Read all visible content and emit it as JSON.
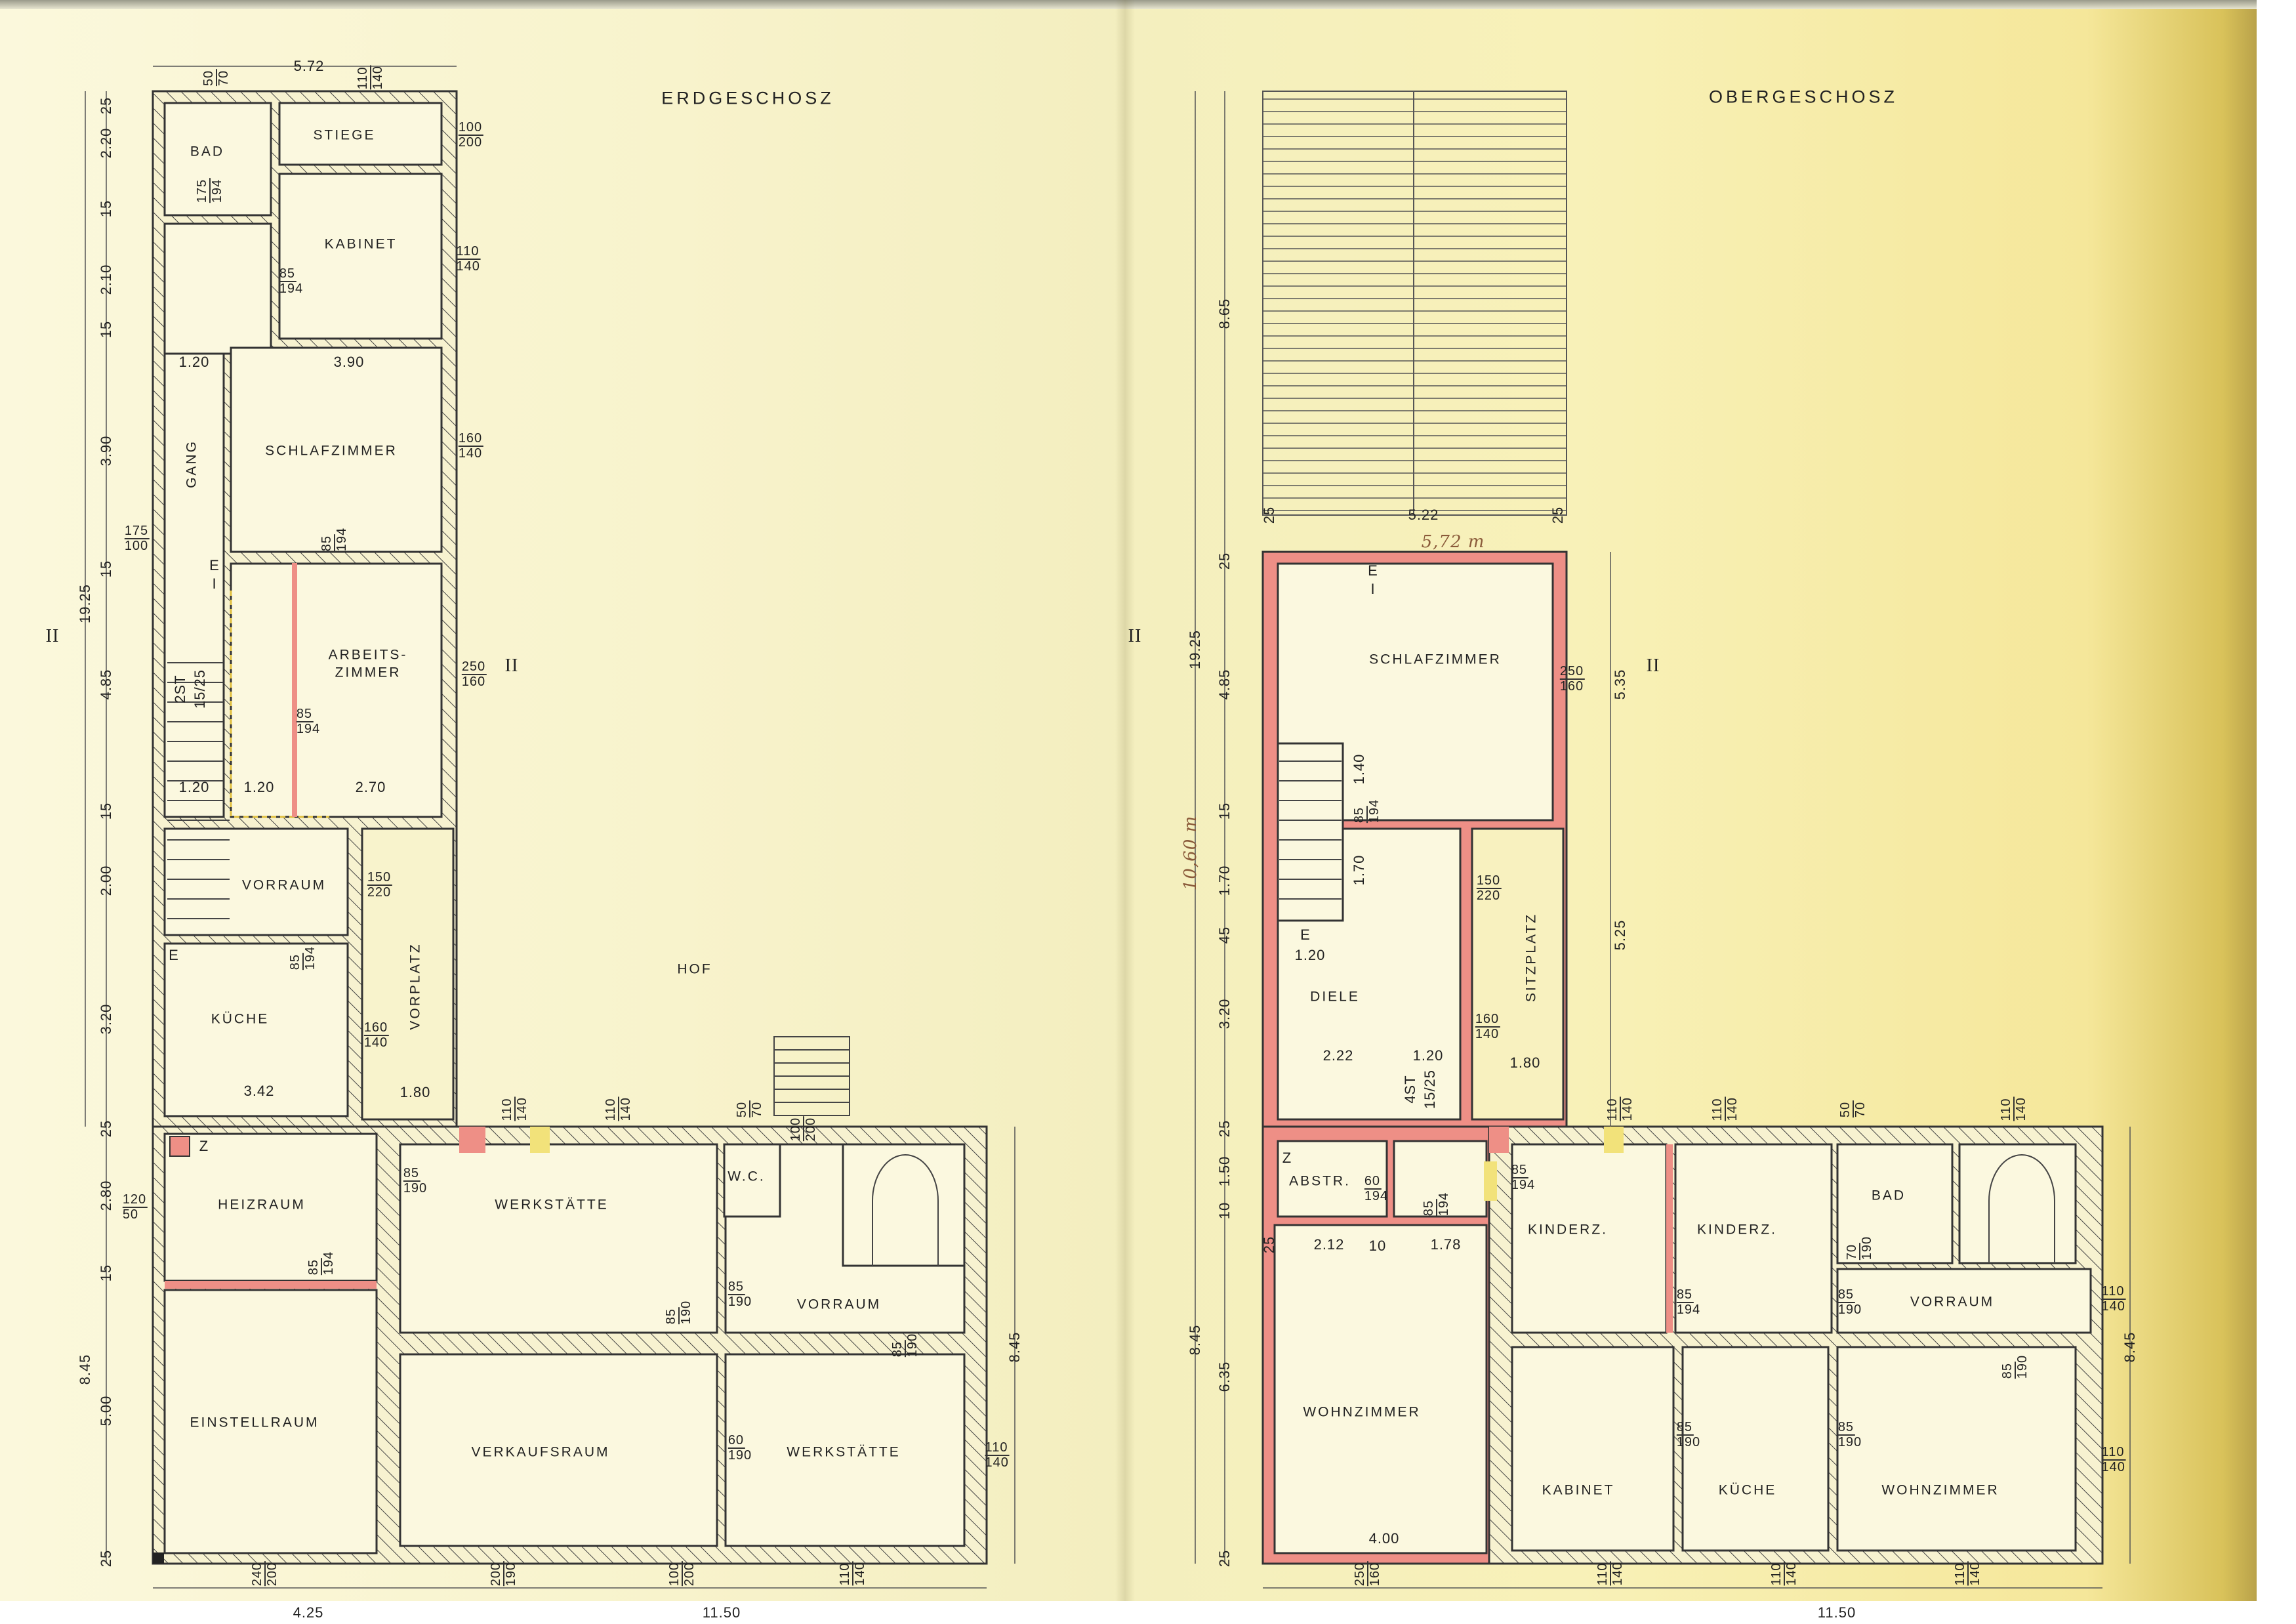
{
  "colors": {
    "paper_left": "#f8f3cc",
    "paper_right": "#f6eeb5",
    "new_wall": "#ee8f86",
    "wall_hatch": "#333333",
    "window_yellow": "#f2e27a"
  },
  "eg": {
    "title": "ERDGESCHOSZ",
    "rooms": [
      "BAD",
      "STIEGE",
      "KABINET",
      "GANG",
      "SCHLAFZIMMER",
      "ARBEITS-\nZIMMER",
      "VORRAUM",
      "VORPLATZ",
      "KÜCHE",
      "HOF",
      "HEIZRAUM",
      "WERKSTÄTTE",
      "W.C.",
      "VORRAUM",
      "EINSTELLRAUM",
      "VERKAUFSRAUM",
      "WERKSTÄTTE"
    ],
    "symbols": [
      "E",
      "I",
      "Z",
      "E"
    ],
    "dims": [
      "5.72",
      "1.20",
      "3.90",
      "1.20",
      "1.20",
      "2.70",
      "3.42",
      "1.80",
      "19.25",
      "2.20",
      "2.10",
      "3.90",
      "4.85",
      "2.00",
      "3.20",
      "2.80",
      "5.00",
      "8.45",
      "8.45",
      "4.25",
      "11.50",
      "25",
      "15",
      "15",
      "15",
      "15",
      "15",
      "25",
      "25",
      "2ST",
      "15/25",
      "II",
      "II"
    ],
    "fr": [
      {
        "a": "50",
        "b": "70"
      },
      {
        "a": "110",
        "b": "140"
      },
      {
        "a": "100",
        "b": "200"
      },
      {
        "a": "110",
        "b": "140"
      },
      {
        "a": "175",
        "b": "194"
      },
      {
        "a": "85",
        "b": "194"
      },
      {
        "a": "160",
        "b": "140"
      },
      {
        "a": "85",
        "b": "194"
      },
      {
        "a": "175",
        "b": "100"
      },
      {
        "a": "250",
        "b": "160"
      },
      {
        "a": "85",
        "b": "194"
      },
      {
        "a": "150",
        "b": "220"
      },
      {
        "a": "85",
        "b": "194"
      },
      {
        "a": "160",
        "b": "140"
      },
      {
        "a": "110",
        "b": "140"
      },
      {
        "a": "110",
        "b": "140"
      },
      {
        "a": "50",
        "b": "70"
      },
      {
        "a": "100",
        "b": "200"
      },
      {
        "a": "85",
        "b": "190"
      },
      {
        "a": "120",
        "b": "50"
      },
      {
        "a": "85",
        "b": "194"
      },
      {
        "a": "85",
        "b": "190"
      },
      {
        "a": "85",
        "b": "190"
      },
      {
        "a": "85",
        "b": "190"
      },
      {
        "a": "60",
        "b": "190"
      },
      {
        "a": "110",
        "b": "140"
      },
      {
        "a": "240",
        "b": "200"
      },
      {
        "a": "200",
        "b": "190"
      },
      {
        "a": "100",
        "b": "200"
      },
      {
        "a": "110",
        "b": "140"
      }
    ]
  },
  "og": {
    "title": "OBERGESCHOSZ",
    "rooms": [
      "SCHLAFZIMMER",
      "DIELE",
      "SITZPLATZ",
      "ABSTR.",
      "KINDERZ.",
      "KINDERZ.",
      "BAD",
      "VORRAUM",
      "WOHNZIMMER",
      "KABINET",
      "KÜCHE",
      "WOHNZIMMER"
    ],
    "symbols": [
      "E",
      "I",
      "E",
      "Z"
    ],
    "dims": [
      "5.22",
      "19.25",
      "8.65",
      "4.85",
      "1.70",
      "3.20",
      "1.50",
      "6.35",
      "8.45",
      "5.35",
      "5.25",
      "1.20",
      "2.22",
      "1.20",
      "1.80",
      "2.12",
      "10",
      "1.78",
      "4.00",
      "8.45",
      "1.40",
      "1.70",
      "4ST",
      "15/25",
      "II",
      "II",
      "11.50",
      "25",
      "25",
      "25",
      "45",
      "15",
      "10",
      "25",
      "25",
      "25"
    ],
    "handwritten": [
      "5,72 m",
      "10,60 m"
    ],
    "fr": [
      {
        "a": "250",
        "b": "160"
      },
      {
        "a": "85",
        "b": "194"
      },
      {
        "a": "150",
        "b": "220"
      },
      {
        "a": "160",
        "b": "140"
      },
      {
        "a": "60",
        "b": "194"
      },
      {
        "a": "85",
        "b": "194"
      },
      {
        "a": "85",
        "b": "194"
      },
      {
        "a": "110",
        "b": "140"
      },
      {
        "a": "110",
        "b": "140"
      },
      {
        "a": "50",
        "b": "70"
      },
      {
        "a": "110",
        "b": "140"
      },
      {
        "a": "85",
        "b": "194"
      },
      {
        "a": "85",
        "b": "190"
      },
      {
        "a": "70",
        "b": "190"
      },
      {
        "a": "110",
        "b": "140"
      },
      {
        "a": "85",
        "b": "190"
      },
      {
        "a": "85",
        "b": "190"
      },
      {
        "a": "85",
        "b": "190"
      },
      {
        "a": "110",
        "b": "140"
      },
      {
        "a": "250",
        "b": "160"
      },
      {
        "a": "110",
        "b": "140"
      },
      {
        "a": "110",
        "b": "140"
      },
      {
        "a": "110",
        "b": "140"
      }
    ]
  }
}
